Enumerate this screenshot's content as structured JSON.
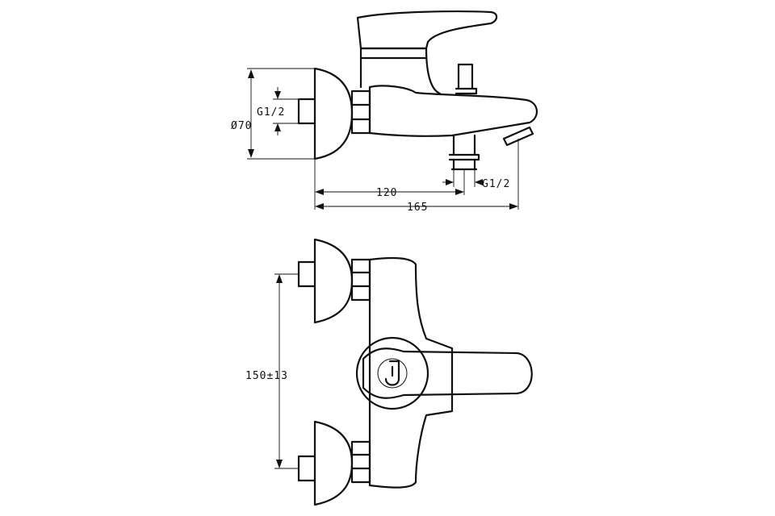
{
  "labels": {
    "thread_side": "G1/2",
    "diameter": "Ø70",
    "thread_bottom": "G1/2",
    "depth_120": "120",
    "depth_165": "165",
    "spacing": "150±13"
  }
}
